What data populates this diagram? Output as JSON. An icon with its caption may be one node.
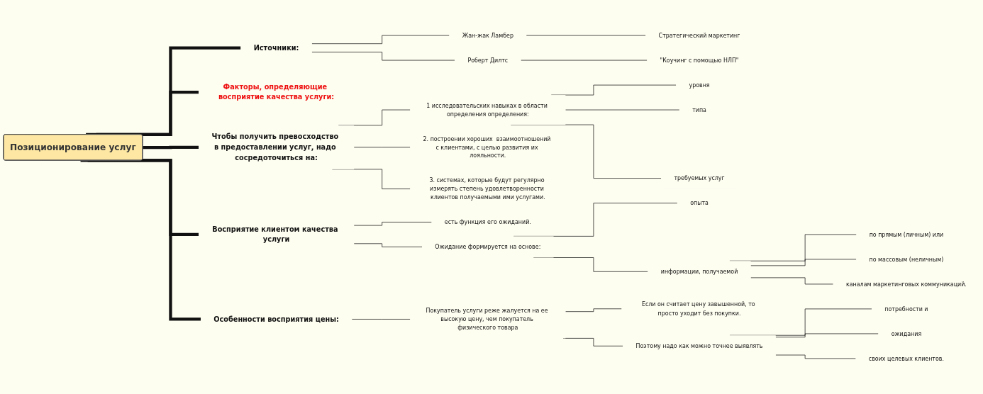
{
  "diagram": {
    "nodes": [
      {
        "text": [
          "Позиционирование услуг"
        ]
      },
      {
        "text": [
          "Источники:"
        ]
      },
      {
        "text": [
          "Жан-жак Ламбер"
        ]
      },
      {
        "text": [
          "Стратегический маркетинг"
        ]
      },
      {
        "text": [
          "Роберт Дилтс"
        ]
      },
      {
        "text": [
          "\"Коучинг с помощью НЛП\""
        ]
      },
      {
        "text": [
          "Факторы, определяющие восприятие качества услуги:"
        ]
      },
      {
        "text": [
          "Чтобы получить превосходство в предоставлении услуг, надо сосредоточиться на:"
        ]
      },
      {
        "text": [
          "1 исследовательских навыках в области определения определения:"
        ]
      },
      {
        "text": [
          "уровня"
        ]
      },
      {
        "text": [
          "типа"
        ]
      },
      {
        "text": [
          "требуемых услуг"
        ]
      },
      {
        "text": [
          "2. построении хороших  взаимоотношений с клиентами, с целью развития их лояльности."
        ]
      },
      {
        "text": [
          "3. системах, которые будут регулярно измерять степень удовлетворенности клиентов получаемыми ими услугами."
        ]
      },
      {
        "text": [
          "Восприятие клиентом качества услуги"
        ]
      },
      {
        "text": [
          "есть функция его ожиданий."
        ]
      },
      {
        "text": [
          "Ожидание формируется на основе:"
        ]
      },
      {
        "text": [
          "опыта"
        ]
      },
      {
        "text": [
          "информации, получаемой"
        ]
      },
      {
        "text": [
          "по прямым (личным) или"
        ]
      },
      {
        "text": [
          "по массовым (неличным)"
        ]
      },
      {
        "text": [
          "каналам маркетинговых коммуникаций."
        ]
      },
      {
        "text": [
          "Особенности восприятия цены:"
        ]
      },
      {
        "text": [
          "Покупатель услуги реже жалуется на ее высокую цену, чем покупатель физического товара"
        ]
      },
      {
        "text": [
          "Если он считает цену завышенной, то просто уходит без покупки."
        ]
      },
      {
        "text": [
          "Поэтому надо как можно точнее выявлять"
        ]
      },
      {
        "text": [
          "потребности и"
        ]
      },
      {
        "text": [
          "ожидания"
        ]
      },
      {
        "text": [
          "своих целевых клиентов."
        ]
      }
    ],
    "edges": [
      {
        "from": 0,
        "to": 1,
        "arrow": "none",
        "style": "thick"
      },
      {
        "from": 1,
        "to": 2,
        "arrow": "none"
      },
      {
        "from": 2,
        "to": 3,
        "arrow": "none"
      },
      {
        "from": 1,
        "to": 4,
        "arrow": "none"
      },
      {
        "from": 4,
        "to": 5,
        "arrow": "none"
      },
      {
        "from": 0,
        "to": 6,
        "arrow": "none",
        "style": "thick"
      },
      {
        "from": 0,
        "to": 7,
        "arrow": "none",
        "style": "thick"
      },
      {
        "from": 7,
        "to": 8,
        "arrow": "none"
      },
      {
        "from": 8,
        "to": 9,
        "arrow": "none"
      },
      {
        "from": 8,
        "to": 10,
        "arrow": "none"
      },
      {
        "from": 8,
        "to": 11,
        "arrow": "none"
      },
      {
        "from": 7,
        "to": 12,
        "arrow": "none"
      },
      {
        "from": 7,
        "to": 13,
        "arrow": "none"
      },
      {
        "from": 0,
        "to": 14,
        "arrow": "none",
        "style": "thick"
      },
      {
        "from": 14,
        "to": 15,
        "arrow": "none"
      },
      {
        "from": 14,
        "to": 16,
        "arrow": "none"
      },
      {
        "from": 16,
        "to": 17,
        "arrow": "none"
      },
      {
        "from": 16,
        "to": 18,
        "arrow": "none"
      },
      {
        "from": 18,
        "to": 19,
        "arrow": "none"
      },
      {
        "from": 18,
        "to": 20,
        "arrow": "none"
      },
      {
        "from": 18,
        "to": 21,
        "arrow": "none"
      },
      {
        "from": 0,
        "to": 22,
        "arrow": "none",
        "style": "thick"
      },
      {
        "from": 22,
        "to": 23,
        "arrow": "none"
      },
      {
        "from": 23,
        "to": 24,
        "arrow": "none"
      },
      {
        "from": 23,
        "to": 25,
        "arrow": "none"
      },
      {
        "from": 25,
        "to": 26,
        "arrow": "none"
      },
      {
        "from": 25,
        "to": 27,
        "arrow": "none"
      },
      {
        "from": 25,
        "to": 28,
        "arrow": "none"
      }
    ]
  }
}
